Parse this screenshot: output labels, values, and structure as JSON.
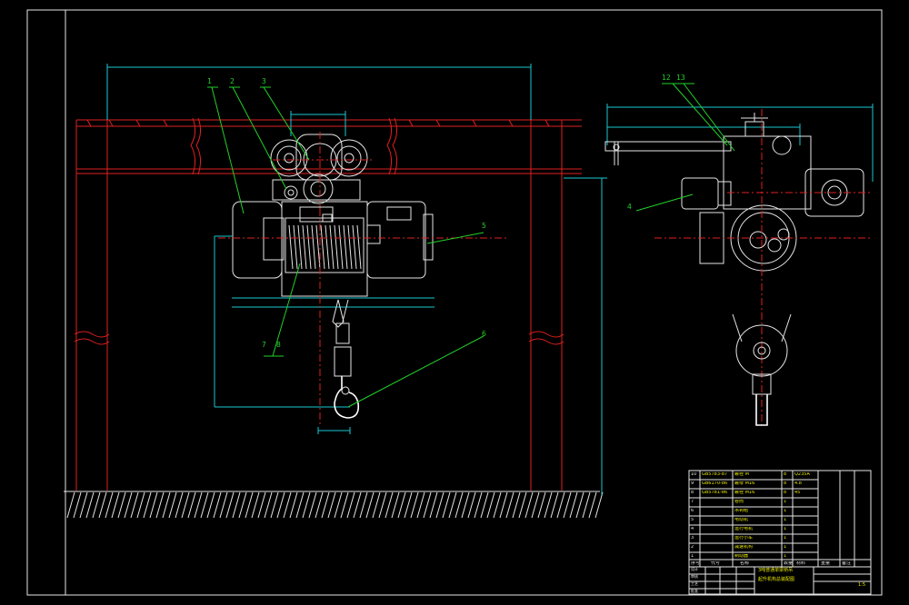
{
  "callouts": [
    {
      "id": "callout-1",
      "label": "1"
    },
    {
      "id": "callout-2",
      "label": "2"
    },
    {
      "id": "callout-3",
      "label": "3"
    },
    {
      "id": "callout-5",
      "label": "5"
    },
    {
      "id": "callout-7",
      "label": "7"
    },
    {
      "id": "callout-8",
      "label": "8"
    },
    {
      "id": "callout-6",
      "label": "6"
    },
    {
      "id": "callout-12",
      "label": "12"
    },
    {
      "id": "callout-13",
      "label": "13"
    },
    {
      "id": "callout-4",
      "label": "4"
    }
  ],
  "bom": {
    "rows": [
      {
        "no": "10",
        "code": "GB5783-87",
        "name": "螺栓 M",
        "qty": "8",
        "material": "Q235A"
      },
      {
        "no": "9",
        "code": "GB6170-86",
        "name": "螺母 M16",
        "qty": "8",
        "material": "4.8"
      },
      {
        "no": "8",
        "code": "GB5781-86",
        "name": "螺栓 M16",
        "qty": "8",
        "material": "45"
      },
      {
        "no": "7",
        "code": "",
        "name": "卷筒",
        "qty": "1",
        "material": ""
      },
      {
        "no": "6",
        "code": "",
        "name": "吊钩组",
        "qty": "1",
        "material": ""
      },
      {
        "no": "5",
        "code": "",
        "name": "电动机",
        "qty": "1",
        "material": ""
      },
      {
        "no": "4",
        "code": "",
        "name": "运行电机",
        "qty": "1",
        "material": ""
      },
      {
        "no": "3",
        "code": "",
        "name": "运行小车",
        "qty": "1",
        "material": ""
      },
      {
        "no": "2",
        "code": "",
        "name": "减速机构",
        "qty": "1",
        "material": ""
      },
      {
        "no": "1",
        "code": "",
        "name": "制动器",
        "qty": "1",
        "material": ""
      }
    ],
    "header": {
      "no": "序号",
      "code": "代号",
      "name": "名称",
      "qty": "数量",
      "material": "材料",
      "weight": "重量",
      "remark": "备注"
    }
  },
  "title_block": {
    "title_line1": "3吨普通单梁桥吊",
    "title_line2": "起升机构总装配图",
    "sheet": "1:5",
    "labels": [
      "设计",
      "审核",
      "工艺",
      "批准"
    ]
  },
  "colors": {
    "background": "#000000",
    "outline": "#e6e6e6",
    "centerline": "#e02020",
    "dimension": "#19c8d2",
    "leader": "#22d02a",
    "text": "#e8e800"
  }
}
